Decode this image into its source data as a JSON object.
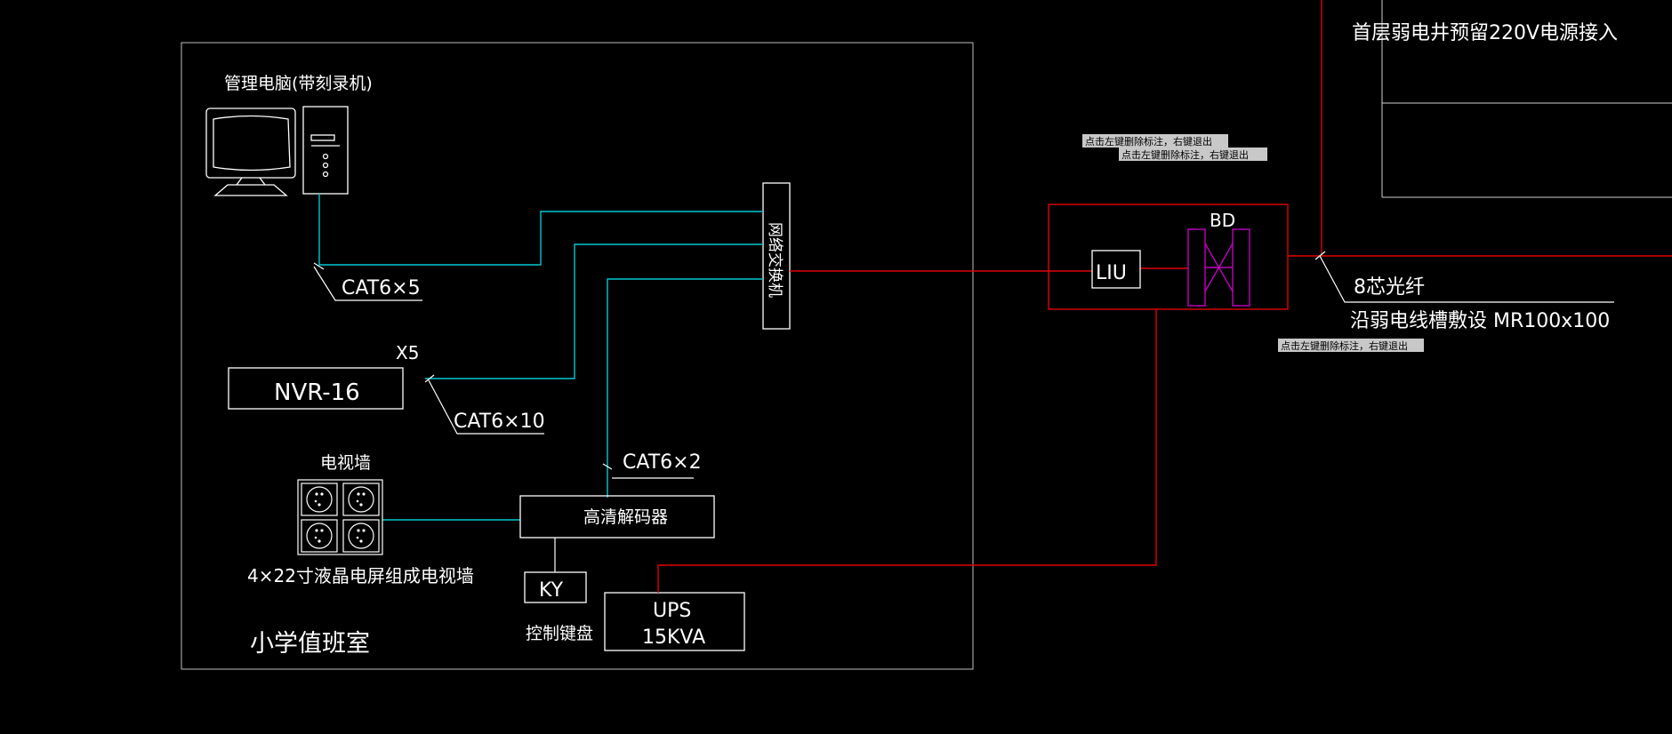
{
  "room_label": "小学值班室",
  "computer": {
    "label": "管理电脑(带刻录机)"
  },
  "cables": {
    "pc": "CAT6×5",
    "nvr": "CAT6×10",
    "decoder": "CAT6×2"
  },
  "switch_label": "网络交换机",
  "nvr": {
    "label": "NVR-16",
    "count": "X5"
  },
  "tv_wall": {
    "title": "电视墙",
    "caption": "4×22寸液晶电屏组成电视墙"
  },
  "decoder_label": "高清解码器",
  "keyboard": {
    "code": "KY",
    "label": "控制键盘"
  },
  "ups": {
    "line1": "UPS",
    "line2": "15KVA"
  },
  "cabinet": {
    "liu": "LIU",
    "bd": "BD"
  },
  "fiber": {
    "label": "8芯光纤",
    "route": "沿弱电线槽敷设 MR100x100"
  },
  "power_note": "首层弱电井预留220V电源接入",
  "tooltips": [
    "点击左键删除标注，右键退出",
    "点击左键删除标注，右键退出",
    "点击左键删除标注，右键退出"
  ],
  "colors": {
    "background": "#000000",
    "line_white": "#ffffff",
    "cable_cyan": "#00c8d2",
    "fiber_red": "#e00000",
    "frame_magenta": "#c000c0"
  }
}
